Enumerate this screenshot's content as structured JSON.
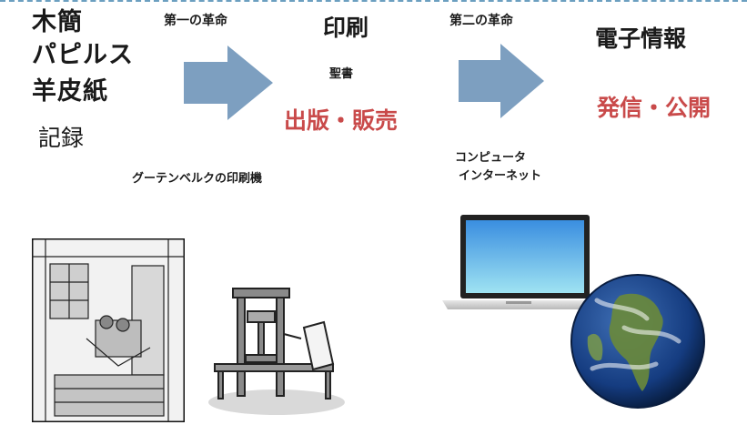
{
  "media": {
    "left": [
      "木簡",
      "パピルス",
      "羊皮紙"
    ],
    "left_label": "記録"
  },
  "revolution1": {
    "label": "第一の革命"
  },
  "print": {
    "title": "印刷",
    "sub": "聖書",
    "red": "出版・販売"
  },
  "revolution2": {
    "label": "第二の革命"
  },
  "digital": {
    "title": "電子情報",
    "red": "発信・公開"
  },
  "captions": {
    "gutenberg": "グーテンベルクの印刷機",
    "computer_line1": "コンピュータ",
    "computer_line2": "インターネット"
  },
  "colors": {
    "arrow": "#7d9fc0",
    "accent_red": "#c94a4a",
    "dashed_line": "#6b9fc0"
  },
  "icons": [
    "woodcut-print-shop-image",
    "printing-press-image",
    "laptop-image",
    "earth-globe-image"
  ]
}
